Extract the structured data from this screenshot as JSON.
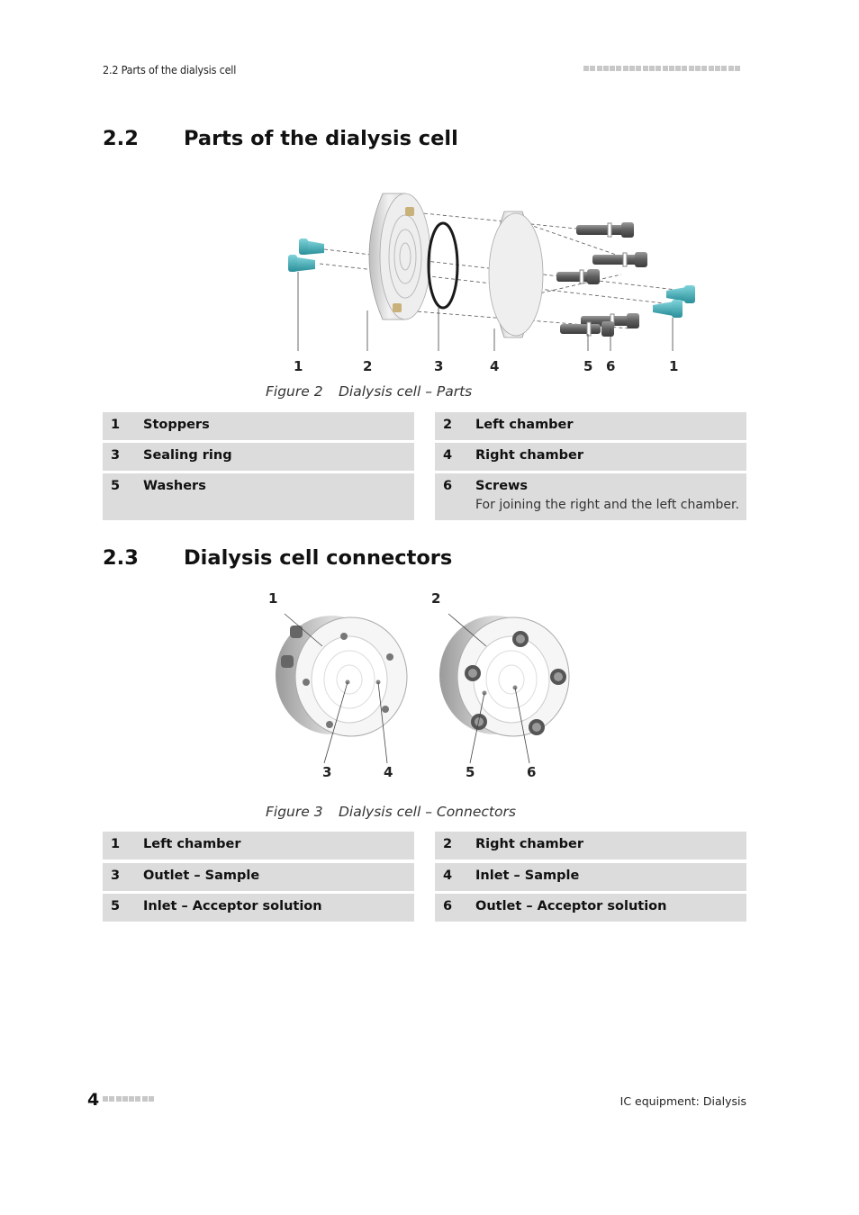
{
  "header": {
    "running_title": "2.2 Parts of the dialysis cell",
    "decoration_squares": 24
  },
  "section_parts": {
    "number": "2.2",
    "title": "Parts of the dialysis cell",
    "callouts": [
      "1",
      "2",
      "3",
      "4",
      "5",
      "6",
      "1"
    ],
    "figure_number": "Figure 2",
    "figure_caption": "Dialysis cell – Parts",
    "legend": [
      {
        "n": "1",
        "label": "Stoppers",
        "desc": ""
      },
      {
        "n": "2",
        "label": "Left chamber",
        "desc": ""
      },
      {
        "n": "3",
        "label": "Sealing ring",
        "desc": ""
      },
      {
        "n": "4",
        "label": "Right chamber",
        "desc": ""
      },
      {
        "n": "5",
        "label": "Washers",
        "desc": ""
      },
      {
        "n": "6",
        "label": "Screws",
        "desc": "For joining the right and the left chamber."
      }
    ]
  },
  "section_connectors": {
    "number": "2.3",
    "title": "Dialysis cell connectors",
    "callouts": [
      "1",
      "2",
      "3",
      "4",
      "5",
      "6"
    ],
    "figure_number": "Figure 3",
    "figure_caption": "Dialysis cell – Connectors",
    "legend": [
      {
        "n": "1",
        "label": "Left chamber"
      },
      {
        "n": "2",
        "label": "Right chamber"
      },
      {
        "n": "3",
        "label": "Outlet – Sample"
      },
      {
        "n": "4",
        "label": "Inlet – Sample"
      },
      {
        "n": "5",
        "label": "Inlet – Acceptor solution"
      },
      {
        "n": "6",
        "label": "Outlet – Acceptor solution"
      }
    ]
  },
  "footer": {
    "page_number": "4",
    "decoration_squares": 8,
    "document_title": "IC equipment: Dialysis"
  },
  "colors": {
    "table_fill": "#dcdcdc",
    "decoration": "#c8c8c8",
    "stopper_teal": "#3aa9b3"
  }
}
